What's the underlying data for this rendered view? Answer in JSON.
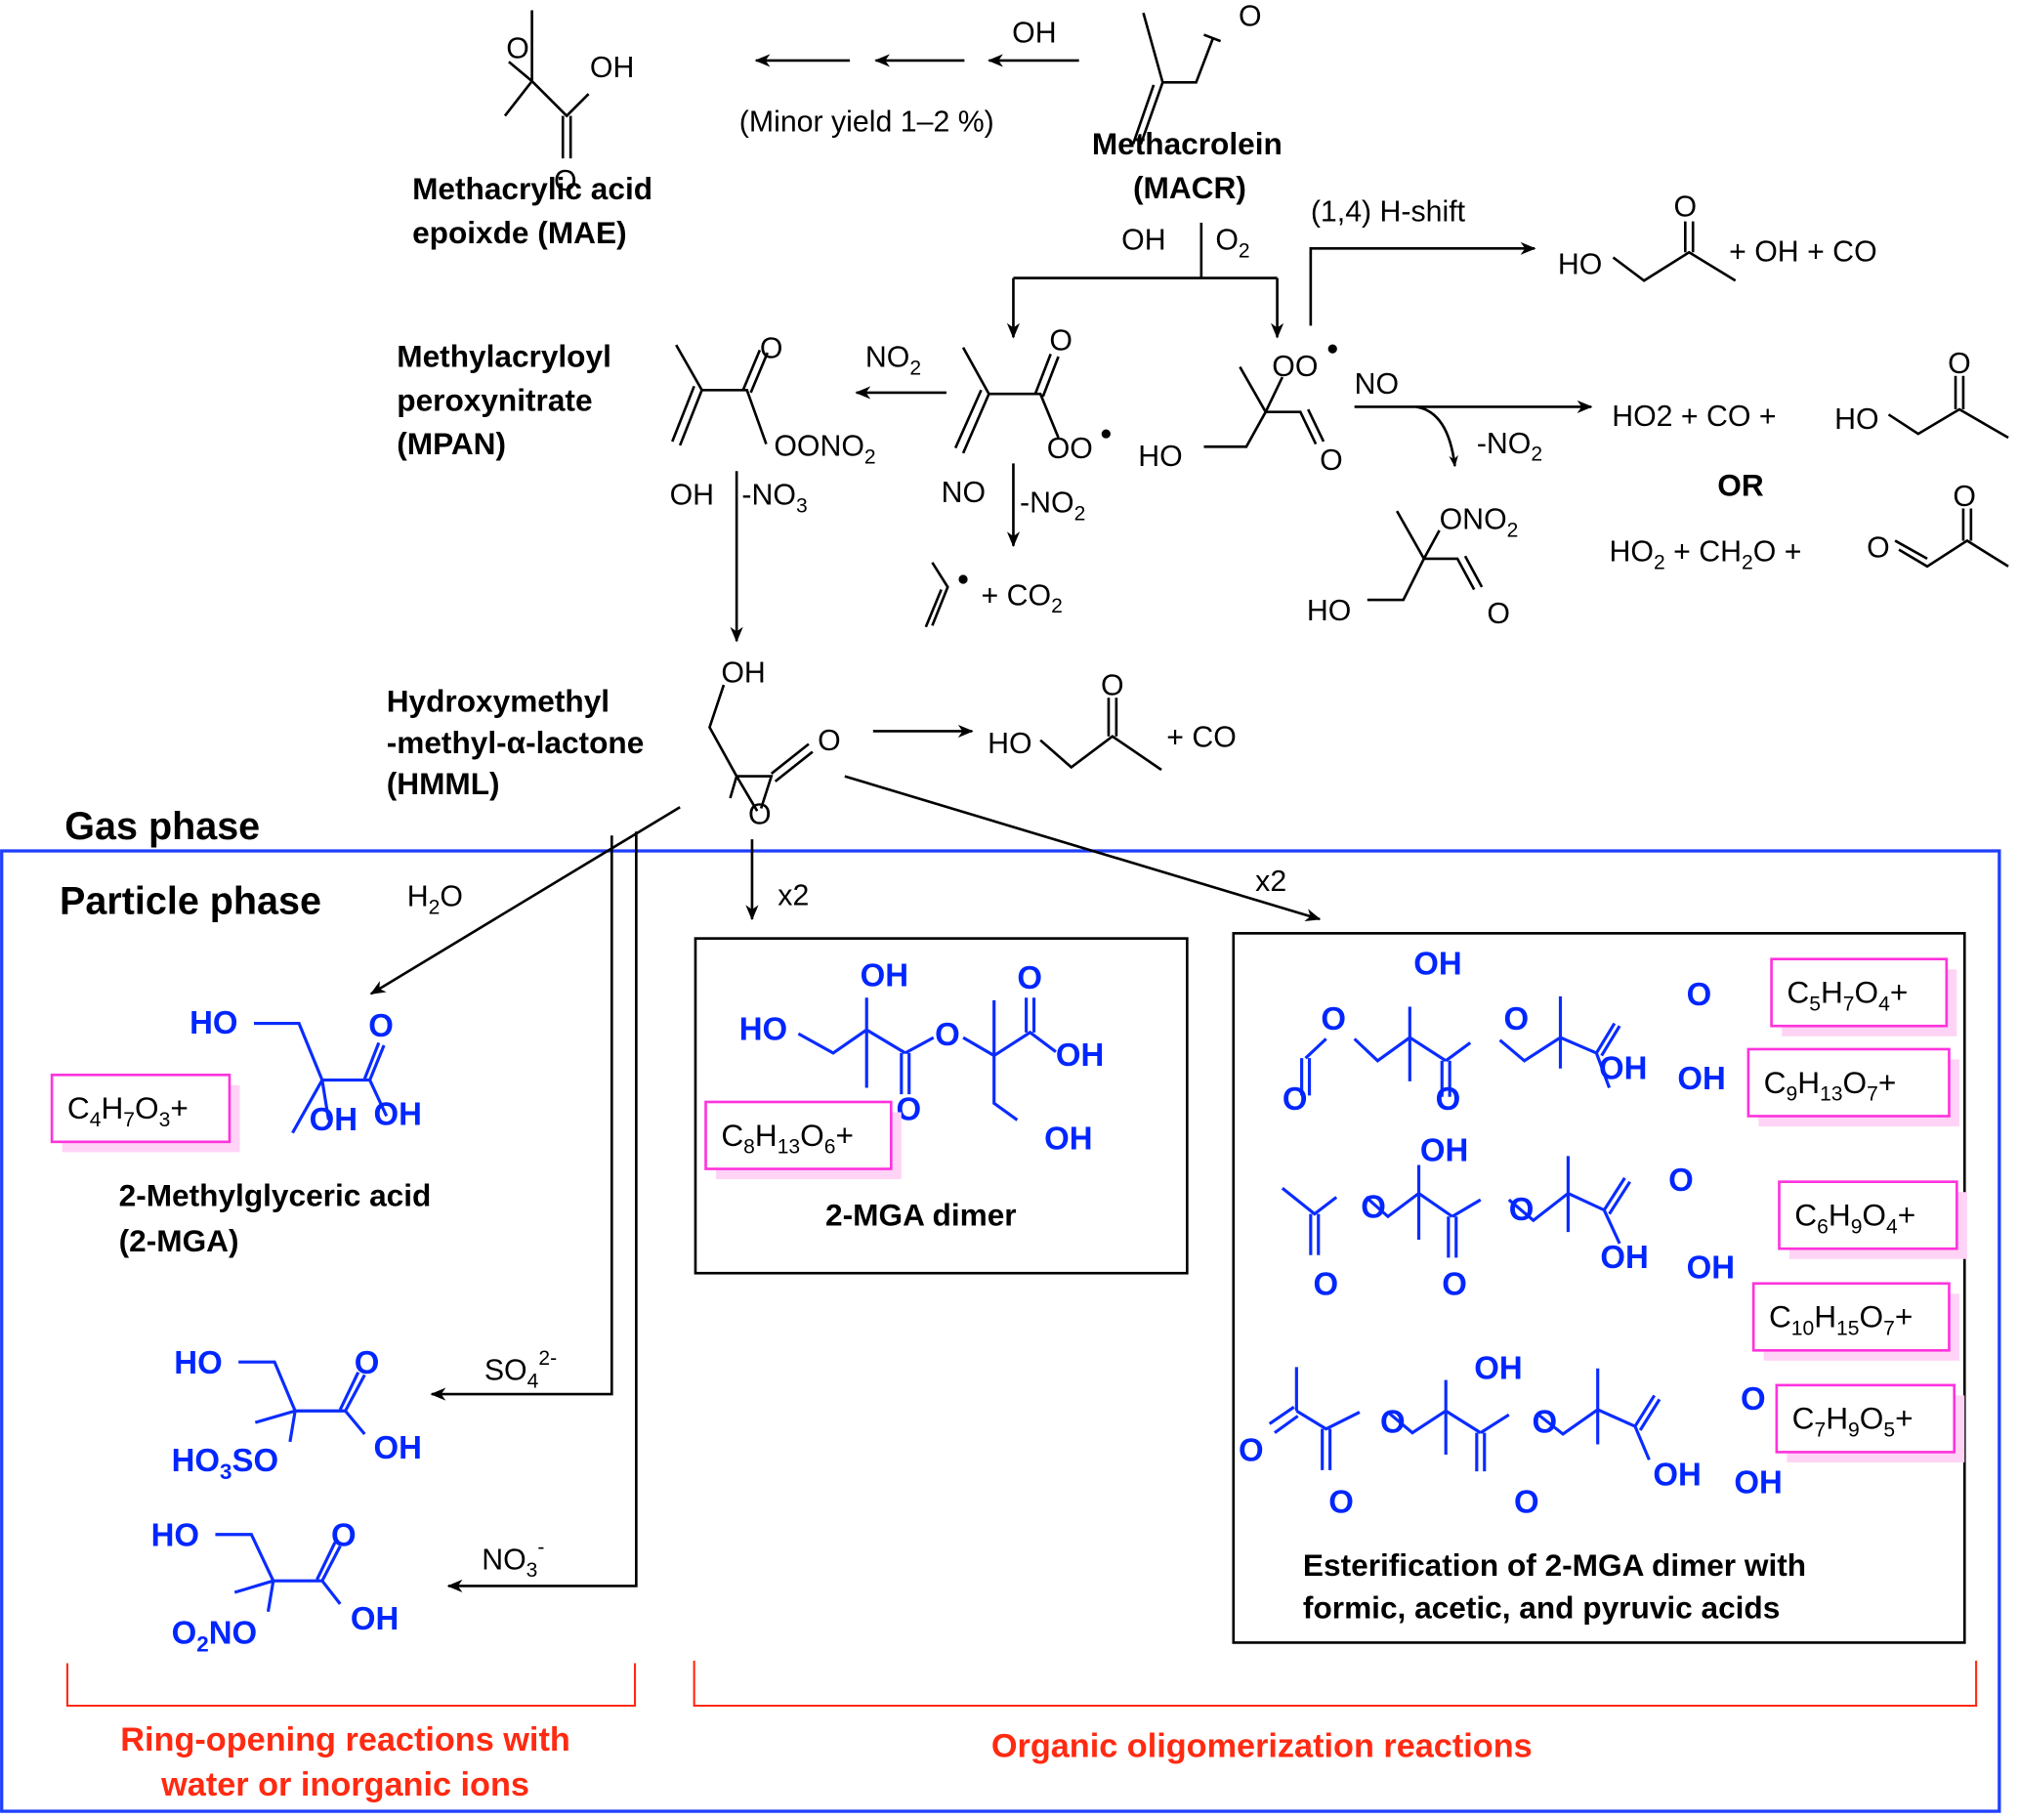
{
  "title": "MACR oxidation pathways to 2-MGA and oligomers",
  "phases": {
    "gas": "Gas phase",
    "particle": "Particle phase"
  },
  "compounds": {
    "mae": {
      "name_line1": "Methacrylic acid",
      "name_line2": "epoixde (MAE)"
    },
    "macr": {
      "name_line1": "Methacrolein",
      "name_line2": "(MACR)"
    },
    "mpan": {
      "name_line1": "Methylacryloyl",
      "name_line2": "peroxynitrate",
      "name_line3": "(MPAN)"
    },
    "hmml": {
      "name_line1": "Hydroxymethyl",
      "name_line2": "-methyl-α-lactone",
      "name_line3": "(HMML)"
    },
    "mga": {
      "name_line1": "2-Methylglyceric acid",
      "name_line2": "(2-MGA)"
    },
    "mga_dimer": {
      "name": "2-MGA dimer"
    },
    "esters": {
      "name_line1": "Esterification of 2-MGA dimer with",
      "name_line2": "formic, acetic, and pyruvic acids"
    }
  },
  "reagents": {
    "oh_to_mae": "OH",
    "minor_yield": "(Minor yield 1–2 %)",
    "oh_branch": "OH",
    "o2_branch": "O",
    "o2_sub": "2",
    "h_shift": "(1,4) H-shift",
    "no2_to_mpan": "NO",
    "no2_sub": "2",
    "no_branch": "NO",
    "minus_no2": "-NO",
    "minus_no2_sub": "2",
    "no_radical": "NO",
    "minus_no2_radical": "-NO",
    "oh_mpan": "OH",
    "minus_no3": "-NO",
    "minus_no3_sub": "3",
    "h2o": "H",
    "h2o_sub": "2",
    "h2o_o": "O",
    "x2_left": "x2",
    "x2_right": "x2",
    "so4": "SO",
    "so4_sub": "4",
    "so4_sup": "2-",
    "no3": "NO",
    "no3_sub": "3",
    "no3_sup": "-"
  },
  "products": {
    "hshift_products": "+ OH + CO",
    "route1_a": "HO2 + CO +",
    "or_label": "OR",
    "route2_a": "HO",
    "route2_b": "2",
    "route2_c": " + CH",
    "route2_d": "2",
    "route2_e": "O +",
    "hmml_products": "+ CO",
    "radical_products": "+ CO",
    "radical_products_sub": "2"
  },
  "atoms": {
    "O": "O",
    "OH": "OH",
    "HO": "HO",
    "OO": "OO",
    "OONO2": "OONO",
    "ONO2": "ONO",
    "HO3SO_a": "HO",
    "HO3SO_b": "3",
    "HO3SO_c": "SO",
    "O2NO_a": "O",
    "O2NO_b": "2",
    "O2NO_c": "NO",
    "sub2": "2"
  },
  "ion_labels": [
    {
      "id": "c4h7o3",
      "parts": [
        "C",
        "4",
        "H",
        "7",
        "O",
        "3",
        "+"
      ]
    },
    {
      "id": "c8h13o6",
      "parts": [
        "C",
        "8",
        "H",
        "13",
        "O",
        "6",
        "+"
      ]
    },
    {
      "id": "c5h7o4",
      "parts": [
        "C",
        "5",
        "H",
        "7",
        "O",
        "4",
        "+"
      ]
    },
    {
      "id": "c9h13o7",
      "parts": [
        "C",
        "9",
        "H",
        "13",
        "O",
        "7",
        "+"
      ]
    },
    {
      "id": "c6h9o4",
      "parts": [
        "C",
        "6",
        "H",
        "9",
        "O",
        "4",
        "+"
      ]
    },
    {
      "id": "c10h15o7",
      "parts": [
        "C",
        "10",
        "H",
        "15",
        "O",
        "7",
        "+"
      ]
    },
    {
      "id": "c7h9o5",
      "parts": [
        "C",
        "7",
        "H",
        "9",
        "O",
        "5",
        "+"
      ]
    }
  ],
  "categories": {
    "ring_opening_line1": "Ring-opening reactions with",
    "ring_opening_line2": "water or inorganic ions",
    "oligomerization": "Organic oligomerization reactions"
  },
  "colors": {
    "product_blue": "#0026ff",
    "ion_box_magenta": "#ff33dd",
    "category_red": "#ff2a12",
    "particle_frame_blue": "#1f3fff"
  }
}
